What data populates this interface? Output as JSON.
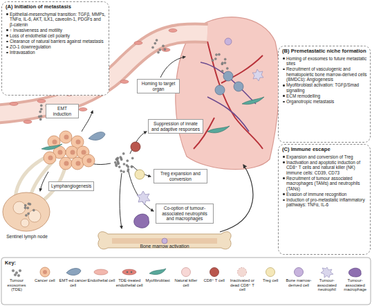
{
  "diagram": {
    "nodes": [
      {
        "text": [
          "(A) Initiation of metastasis",
          "Epithelial-mesenchymal transition: TGFβ, MMPs, TNFα, IL-6, AKT, ILK1, caveolin-1, PDGFs and β-catenin",
          "↑ Invasiveness and motility",
          "Loss of endothelial cell polarity",
          "Clearance of natural barriers against metastasis",
          "ZO-1 downregulation",
          "Intravasation"
        ]
      },
      {
        "text": [
          "(B) Premetastatic niche formation",
          "Homing of exosomes to future metastatic sites",
          "Recruitment of vasculogenic and hematopoietic bone marrow-derived cells (BMDCs): Angiogenesis",
          "Myofibroblast activation: TGFβ/Smad signalling",
          "ECM remodelling",
          "Organotropic metastasis"
        ]
      },
      {
        "text": [
          "(C) Immune escape",
          "Expansion and conversion of Treg",
          "Inactivation and apoptotic induction of CD8⁺ T cells and natural killer (NK) immune cells: CD39, CD73",
          "Recruitment of tumour associated macrophages (TAMs) and neutrophils (TANs)",
          "Evasion of immune recognition",
          "Induction of pro-metastatic inflammatory pathways: TNFα, IL-6"
        ]
      },
      {
        "text": [
          "Homing to target organ"
        ]
      },
      {
        "text": [
          "EMT induction"
        ]
      },
      {
        "text": [
          "Suppression of innate and adaptive responses"
        ]
      },
      {
        "text": [
          "Treg expansion and conversion"
        ]
      },
      {
        "text": [
          "Co-option of tumour-associated neutrophils and macrophages"
        ]
      },
      {
        "text": [
          "Lymphangiogenesis"
        ]
      },
      {
        "text": [
          "Bone marrow activation"
        ]
      }
    ],
    "labels": [
      "Sentinel lymph node",
      "Key:"
    ],
    "legend": [
      {
        "text": "Tumour exosomes (TDE)"
      },
      {
        "text": "Cancer cell"
      },
      {
        "text": "EMT-ed cancer cell"
      },
      {
        "text": "Endothelial cell"
      },
      {
        "text": "TDE-treated endothelial cell"
      },
      {
        "text": "Myofibroblast"
      },
      {
        "text": "Natural killer cell"
      },
      {
        "text": "CD8⁺ T cell"
      },
      {
        "text": "Inactivated or dead CD8⁺ T cell"
      },
      {
        "text": "Treg cell"
      },
      {
        "text": "Bone marrow-derived cell"
      },
      {
        "text": "Tumour-associated neutrophil"
      },
      {
        "text": "Tumour-associated macrophage"
      }
    ]
  }
}
